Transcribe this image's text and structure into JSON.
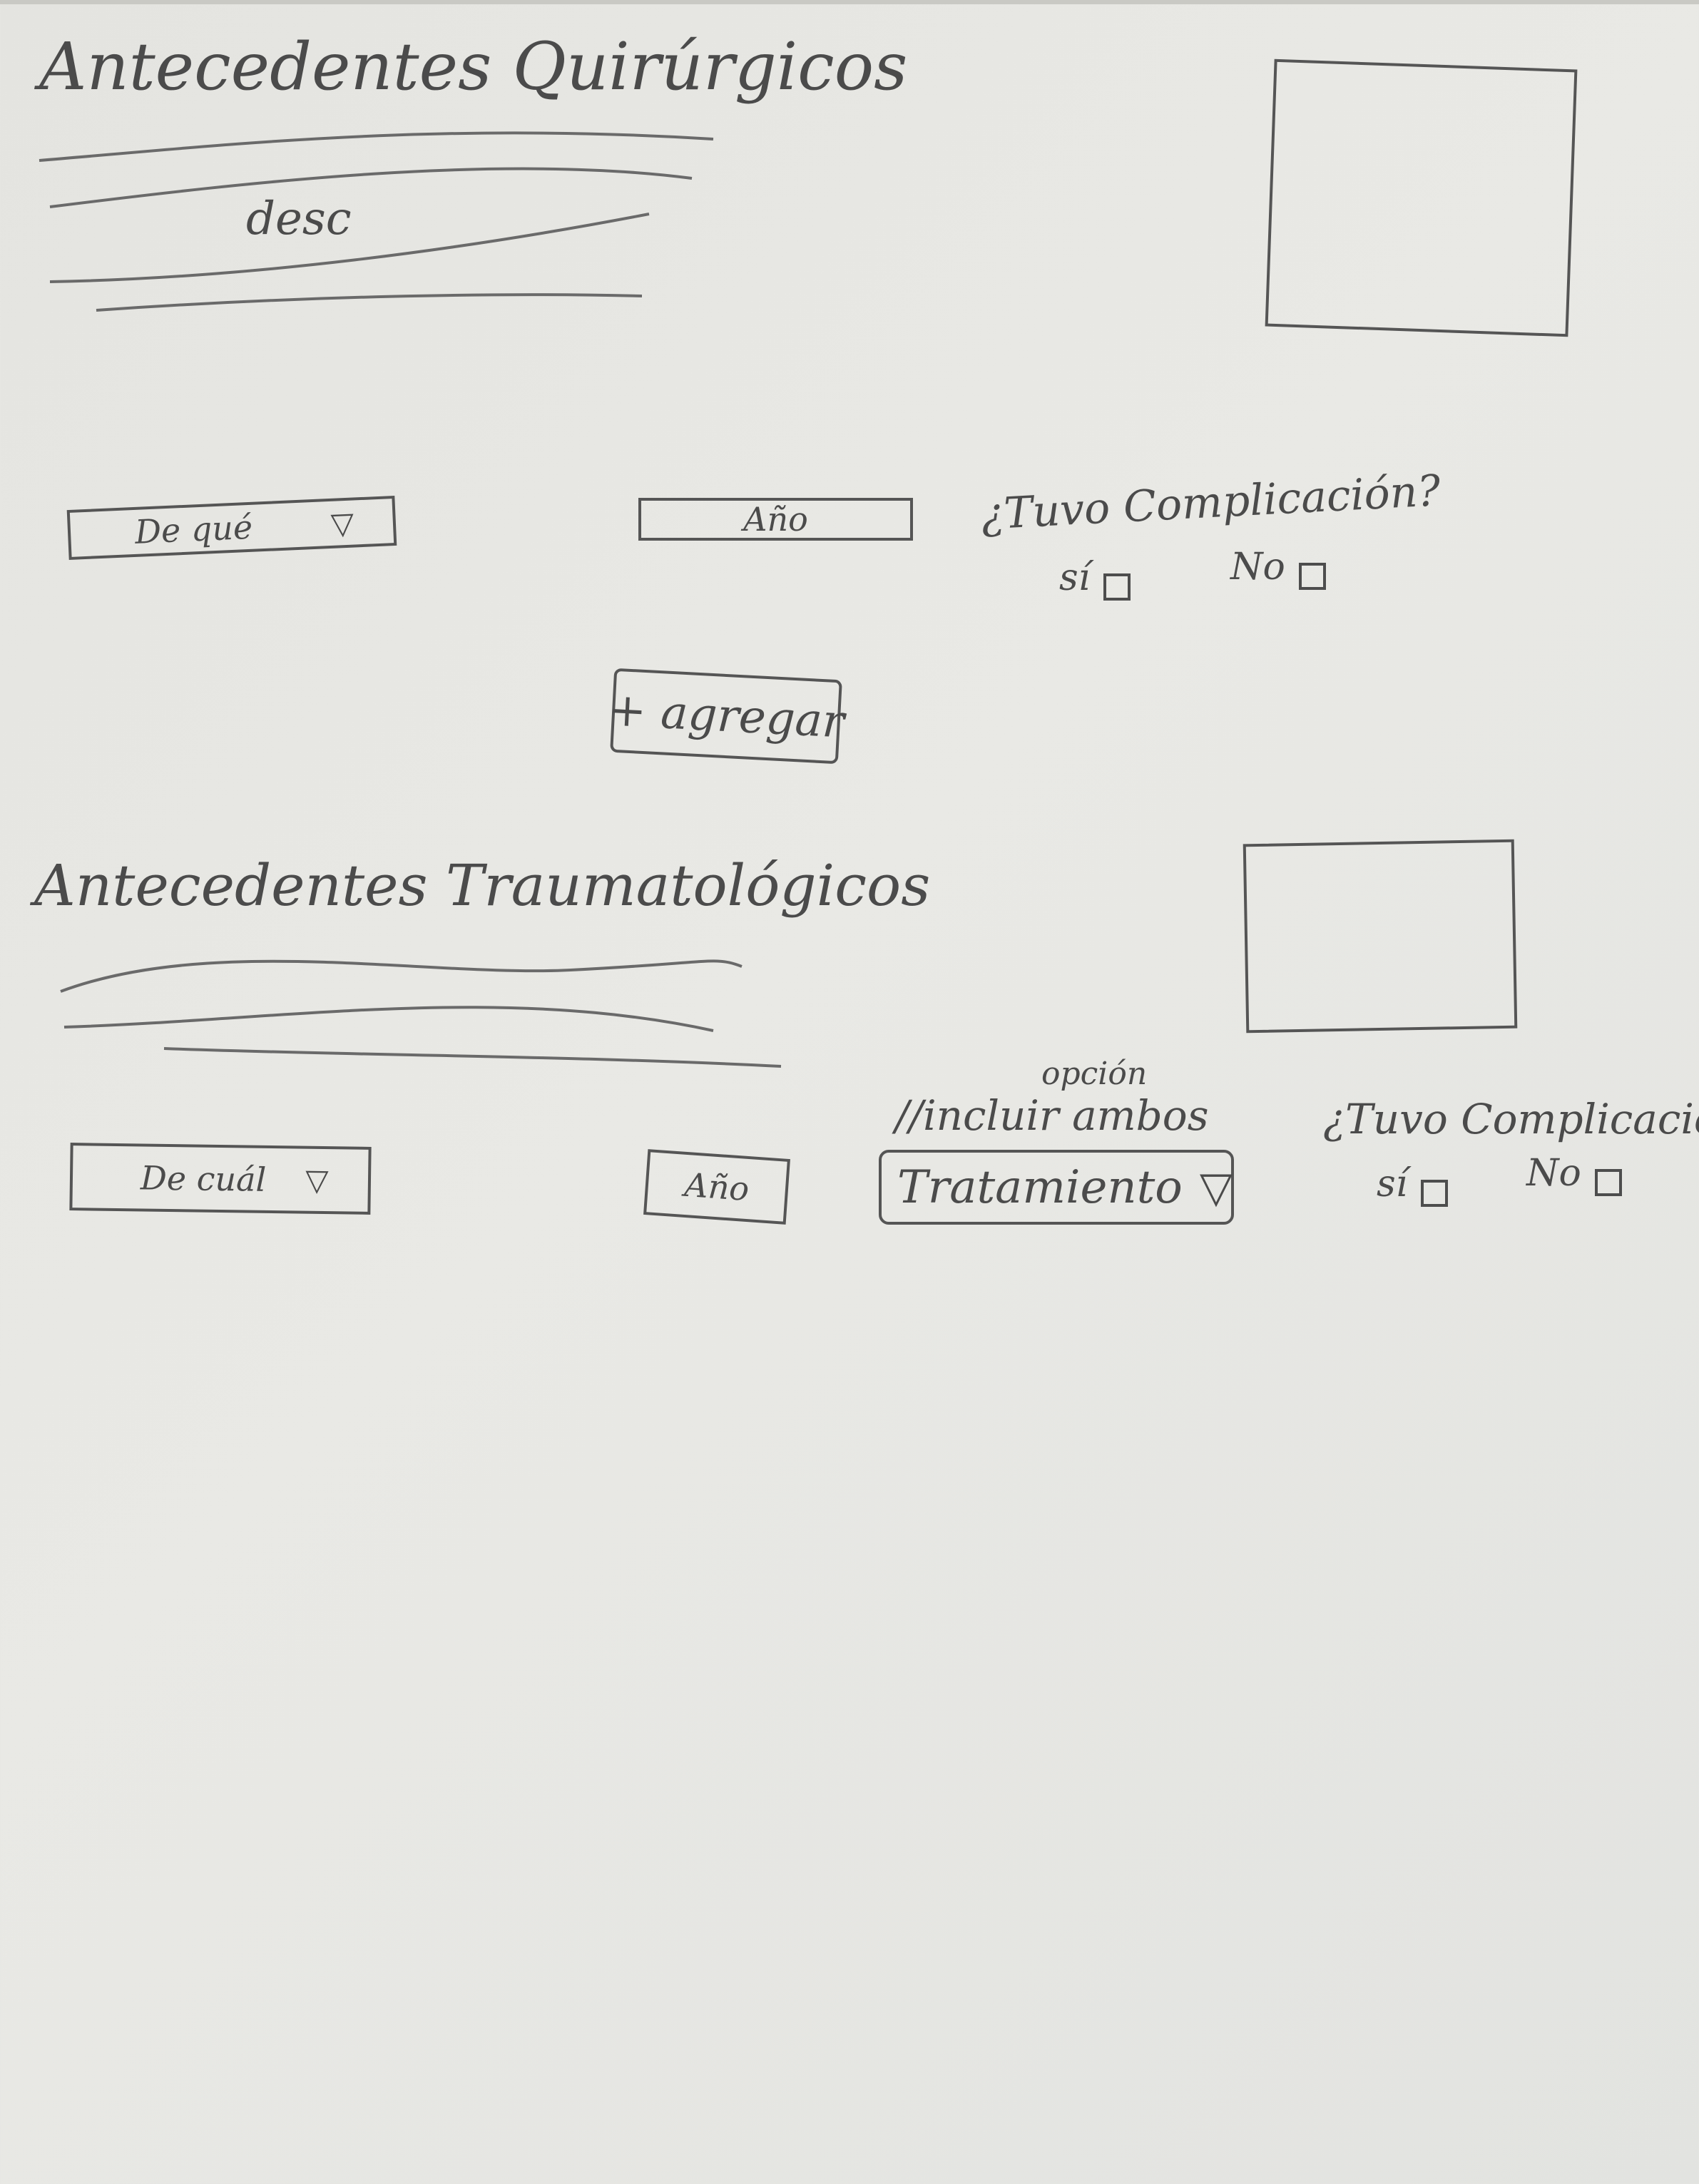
{
  "quirurgicos": {
    "title": "Antecedentes Quirúrgicos",
    "desc_label": "desc",
    "select_label": "De qué",
    "select_caret": "▽",
    "year_label": "Año",
    "complication_question": "¿Tuvo Complicación?",
    "yes_label": "sí",
    "no_label": "No",
    "add_button_label": "+ agregar"
  },
  "traumatologicos": {
    "title": "Antecedentes Traumatológicos",
    "select_label": "De cuál",
    "select_caret": "▽",
    "year_label": "Año",
    "note_top": "opción",
    "note_main": "//incluir ambos",
    "treatment_label": "Tratamiento",
    "treatment_caret": "▽",
    "complication_question": "¿Tuvo Complicación?",
    "yes_label": "sí",
    "no_label": "No"
  }
}
